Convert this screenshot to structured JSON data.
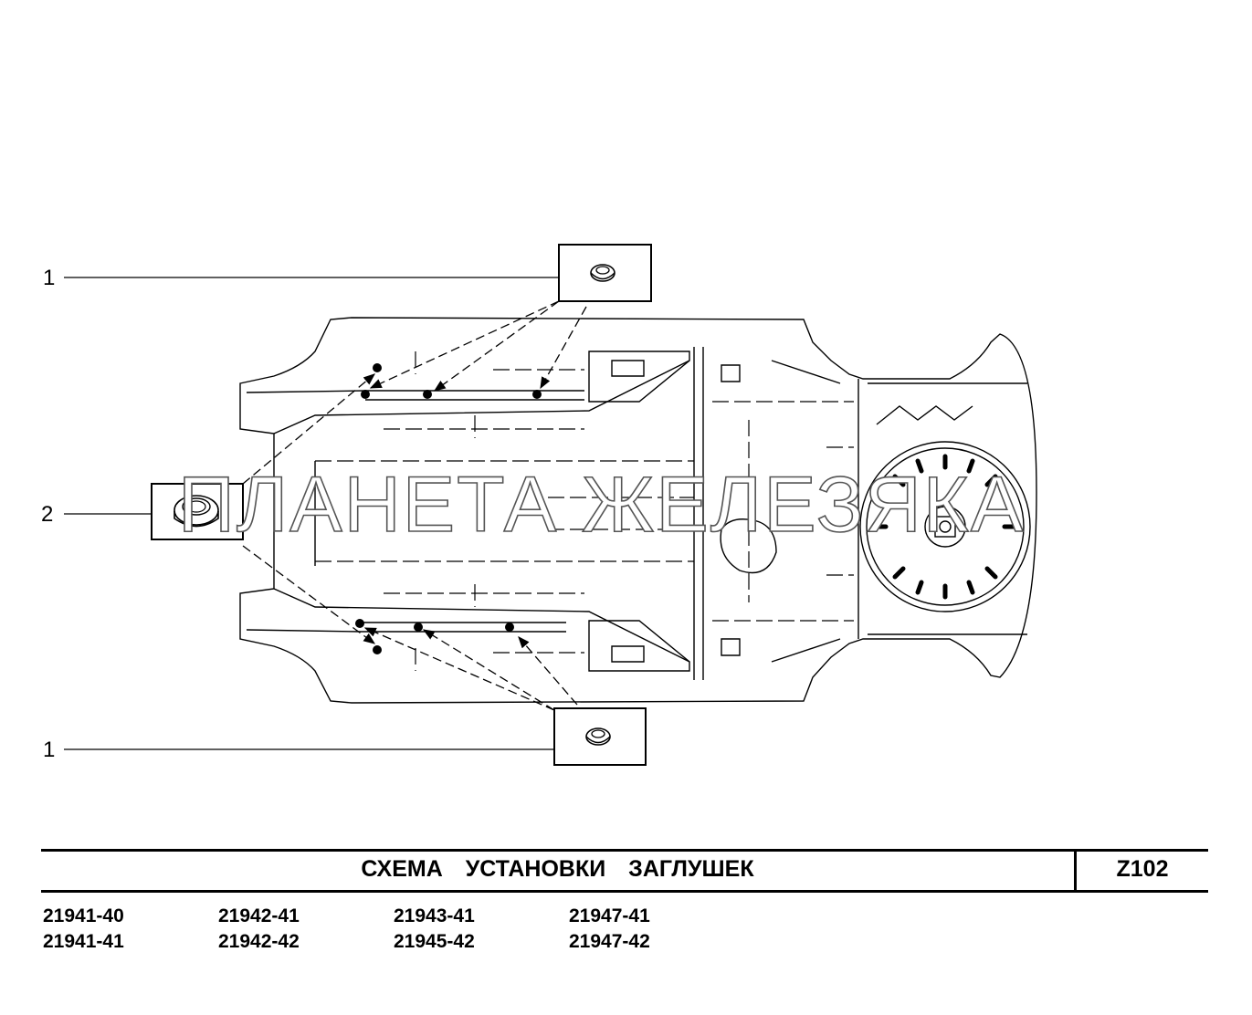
{
  "diagram": {
    "callouts": [
      {
        "id": "top",
        "label": "1"
      },
      {
        "id": "middle",
        "label": "2"
      },
      {
        "id": "bottom",
        "label": "1"
      }
    ],
    "watermark": "ПЛАНЕТА ЖЕЛЕЗЯКА"
  },
  "footer": {
    "title": "СХЕМА УСТАНОВКИ ЗАГЛУШЕК",
    "code": "Z102",
    "models": [
      [
        "21941-40",
        "21942-41",
        "21943-41",
        "21947-41"
      ],
      [
        "21941-41",
        "21942-42",
        "21945-42",
        "21947-42"
      ]
    ]
  }
}
